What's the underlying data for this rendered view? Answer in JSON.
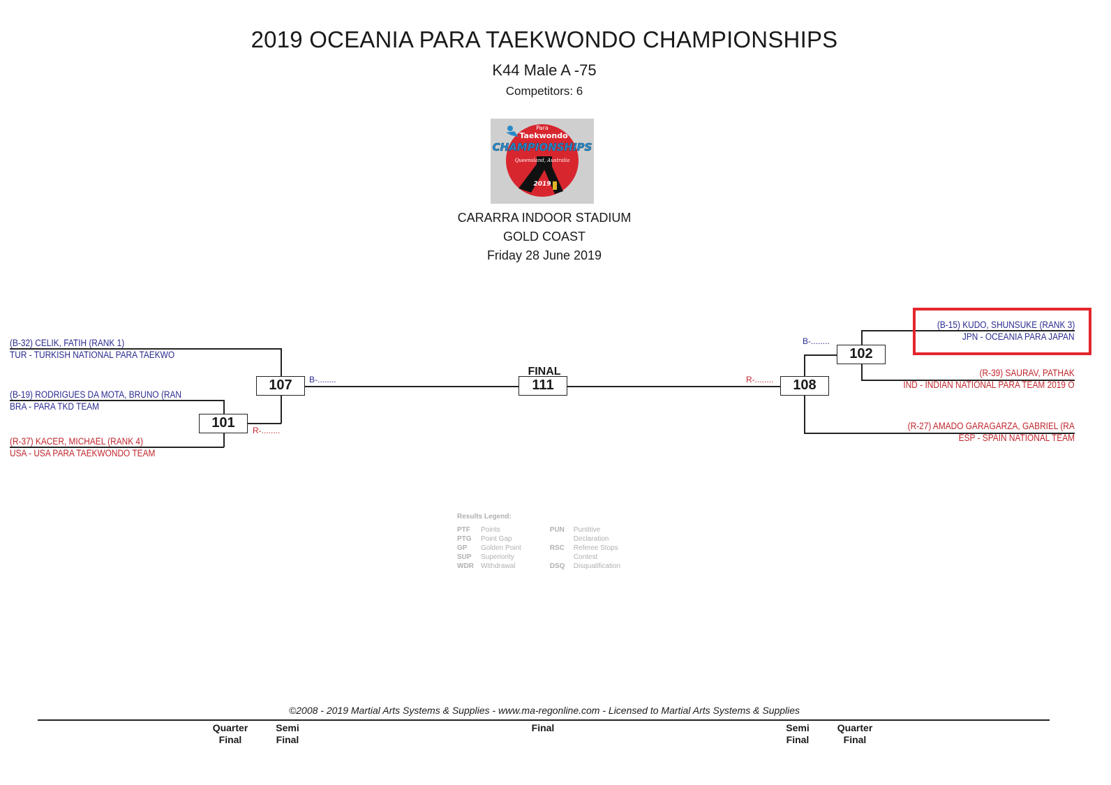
{
  "header": {
    "title": "2019 OCEANIA PARA TAEKWONDO CHAMPIONSHIPS",
    "division": "K44 Male A -75",
    "competitors": "Competitors: 6"
  },
  "logo": {
    "line1": "Para",
    "line2": "Taekwondo",
    "line3": "CHAMPIONSHIPS",
    "line4": "Queensland, Australia",
    "year": "2019"
  },
  "venue": {
    "line1": "CARARRA INDOOR STADIUM",
    "line2": "GOLD COAST",
    "line3": "Friday 28 June 2019"
  },
  "bracket": {
    "final_label": "FINAL",
    "left": {
      "c1_name": "(B-32) CELIK, FATIH (RANK 1)",
      "c1_team": "TUR - TURKISH NATIONAL PARA TAEKWO",
      "c2_name": "(B-19) RODRIGUES DA MOTA, BRUNO (RAN",
      "c2_team": "BRA - PARA TKD TEAM",
      "c3_name": "(R-37) KACER, MICHAEL (RANK 4)",
      "c3_team": "USA - USA PARA TAEKWONDO TEAM"
    },
    "right": {
      "c1_name": "(B-15) KUDO, SHUNSUKE (RANK 3)",
      "c1_team": "JPN - OCEANIA PARA JAPAN",
      "c2_name": "(R-39) SAURAV, PATHAK",
      "c2_team": "IND - INDIAN NATIONAL PARA TEAM 2019 O",
      "c3_name": "(R-27) AMADO GARAGARZA, GABRIEL (RA",
      "c3_team": "ESP - SPAIN NATIONAL TEAM"
    },
    "matches": {
      "m101": "101",
      "m107": "107",
      "m111": "111",
      "m108": "108",
      "m102": "102"
    },
    "slots": {
      "b107": "B-........",
      "r101": "R-........",
      "r108": "R-........",
      "b102": "B-........"
    }
  },
  "legend": {
    "title": "Results Legend:",
    "left": [
      {
        "code": "PTF",
        "desc": "Points"
      },
      {
        "code": "PTG",
        "desc": "Point Gap"
      },
      {
        "code": "GP",
        "desc": "Golden Point"
      },
      {
        "code": "SUP",
        "desc": "Superiority"
      },
      {
        "code": "WDR",
        "desc": "Withdrawal"
      }
    ],
    "right": [
      {
        "code": "PUN",
        "desc": "Puntitive"
      },
      {
        "code": "",
        "desc": "Declaration"
      },
      {
        "code": "RSC",
        "desc": "Referee Stops"
      },
      {
        "code": "",
        "desc": "Contest"
      },
      {
        "code": "DSQ",
        "desc": "Disqualification"
      }
    ]
  },
  "footer": {
    "copyright": "©2008 - 2019 Martial Arts Systems & Supplies - www.ma-regonline.com - Licensed to Martial Arts Systems & Supplies",
    "rounds": {
      "qf_left_1": "Quarter",
      "qf_left_2": "Final",
      "sf_left_1": "Semi",
      "sf_left_2": "Final",
      "final": "Final",
      "sf_right_1": "Semi",
      "sf_right_2": "Final",
      "qf_right_1": "Quarter",
      "qf_right_2": "Final"
    }
  },
  "colors": {
    "blue_corner": "#2b2b8f",
    "red_corner": "#c0262d",
    "highlight": "#e3262d"
  }
}
